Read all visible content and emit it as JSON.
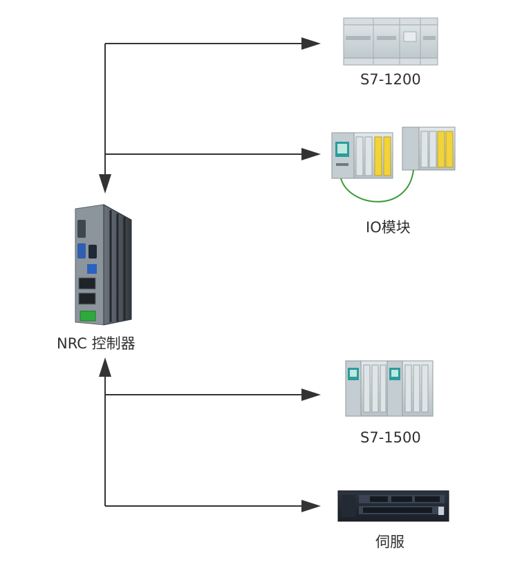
{
  "nodes": {
    "controller": {
      "label": "NRC 控制器",
      "icon": "industrial-pc-icon"
    },
    "s7_1200": {
      "label": "S7-1200",
      "icon": "plc-s7-1200-icon"
    },
    "io_module": {
      "label": "IO模块",
      "icon": "io-module-icon"
    },
    "s7_1500": {
      "label": "S7-1500",
      "icon": "plc-s7-1500-icon"
    },
    "servo": {
      "label": "伺服",
      "icon": "servo-drive-icon"
    }
  },
  "colors": {
    "arrow": "#333333",
    "cable": "#3a9a3a",
    "device_body": "#c9d2d6",
    "siemens_teal": "#2b9c9c",
    "io_yellow": "#f2d43a"
  }
}
